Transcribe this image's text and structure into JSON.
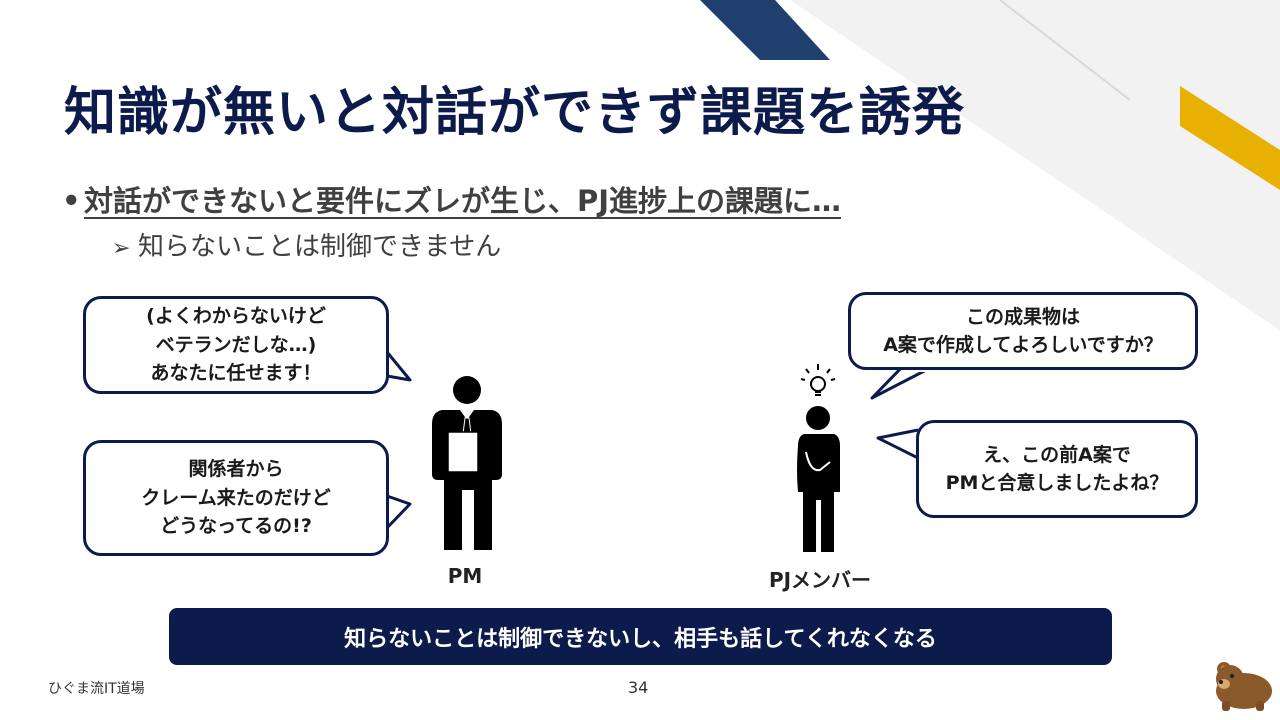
{
  "slide": {
    "title": "知識が無いと対話ができず課題を誘発",
    "bullet": "対話ができないと要件にズレが生じ、PJ進捗上の課題に…",
    "sub_bullet": "知らないことは制御できません",
    "bubbles": {
      "pm_top": "(よくわからないけど\nベテランだしな…)\nあなたに任せます！",
      "pm_bottom": "関係者から\nクレーム来たのだけど\nどうなってるの!?",
      "member_top": "この成果物は\nA案で作成してよろしいですか？",
      "member_bottom": "え、この前A案で\nPMと合意しましたよね？"
    },
    "labels": {
      "pm": "PM",
      "member": "PJメンバー"
    },
    "banner": "知らないことは制御できないし、相手も話してくれなくなる",
    "footer": "ひぐま流IT道場",
    "page_number": "34"
  },
  "colors": {
    "navy": "#0d1b4c",
    "blue": "#1f3f6e",
    "gold": "#e8b000"
  },
  "icons": [
    "person-pm-icon",
    "person-member-icon",
    "lightbulb-icon",
    "bear-icon"
  ]
}
